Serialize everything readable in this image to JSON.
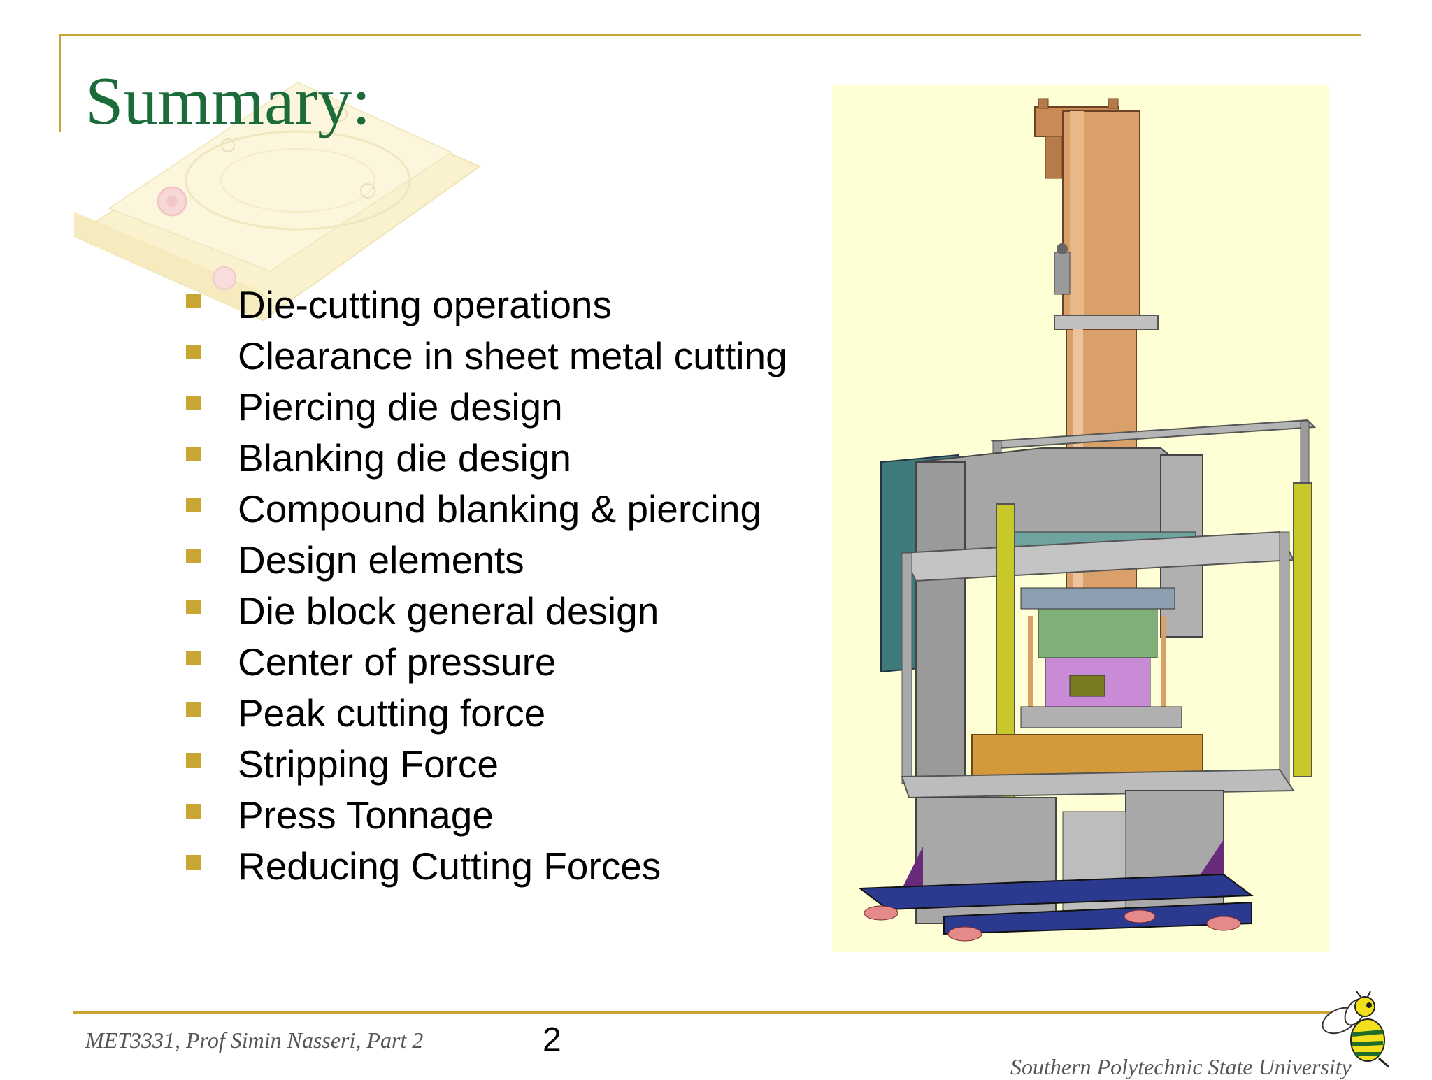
{
  "title": "Summary:",
  "bullets": [
    "Die-cutting operations",
    "Clearance in sheet metal cutting",
    "Piercing die design",
    "Blanking die design",
    "Compound blanking & piercing",
    "Design elements",
    "Die block general design",
    "Center of pressure",
    "Peak cutting force",
    "Stripping Force",
    "Press Tonnage",
    "Reducing Cutting Forces"
  ],
  "footer": {
    "course": "MET3331, Prof Simin Nasseri, Part 2",
    "page_number": "2",
    "university": "Southern Polytechnic State University"
  },
  "colors": {
    "accent_gold": "#c9a634",
    "title_green": "#1c6b3a",
    "figure_background": "#ffffd6"
  },
  "icons": {
    "bullet": "gold-square-bullet",
    "mascot": "yellow-jacket-mascot-icon"
  }
}
